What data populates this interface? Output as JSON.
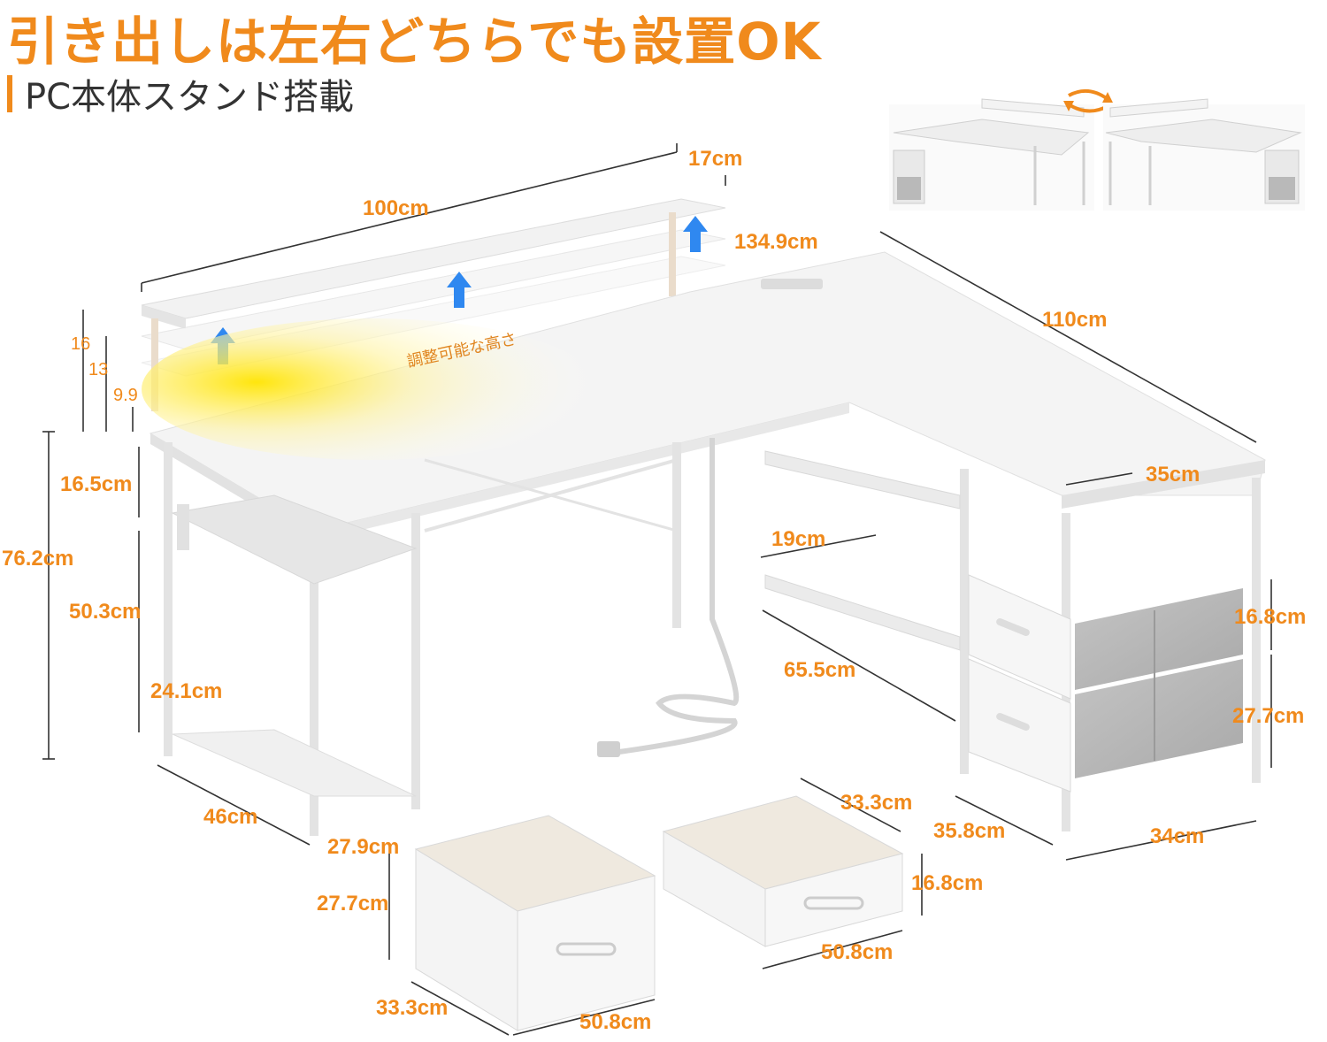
{
  "headline": "引き出しは左右どちらでも設置OK",
  "subline": "PC本体スタンド搭載",
  "colors": {
    "accent": "#f08a1c",
    "desk": "#f4f4f4",
    "frame": "#e6e6e6",
    "fabric": "#b9b9b9",
    "led": "#ffe400"
  },
  "icons": {
    "swap": "swap-arrows-icon",
    "up": "up-arrow-icon"
  },
  "note": "調整可能な高さ",
  "dims": {
    "shelf_depth": "17cm",
    "shelf_width": "100cm",
    "desk_length": "134.9cm",
    "side_length": "110cm",
    "side_depth": "35cm",
    "riser_16": "16",
    "riser_13": "13",
    "riser_9_9": "9.9",
    "hook_gap": "16.5cm",
    "total_height": "76.2cm",
    "leg_height": "50.3cm",
    "bottom_shelf": "24.1cm",
    "inner_shelf": "19cm",
    "cabinet_shelf": "65.5cm",
    "fabric_top": "16.8cm",
    "fabric_bottom": "27.7cm",
    "left_depth": "46cm",
    "left_shelf": "27.9cm",
    "cabinet_depth": "35.8cm",
    "cabinet_width": "34cm",
    "drawer_a_height": "27.7cm",
    "drawer_a_depth": "33.3cm",
    "drawer_a_width": "50.8cm",
    "drawer_b_depth": "33.3cm",
    "drawer_b_height": "16.8cm",
    "drawer_b_width": "50.8cm"
  }
}
